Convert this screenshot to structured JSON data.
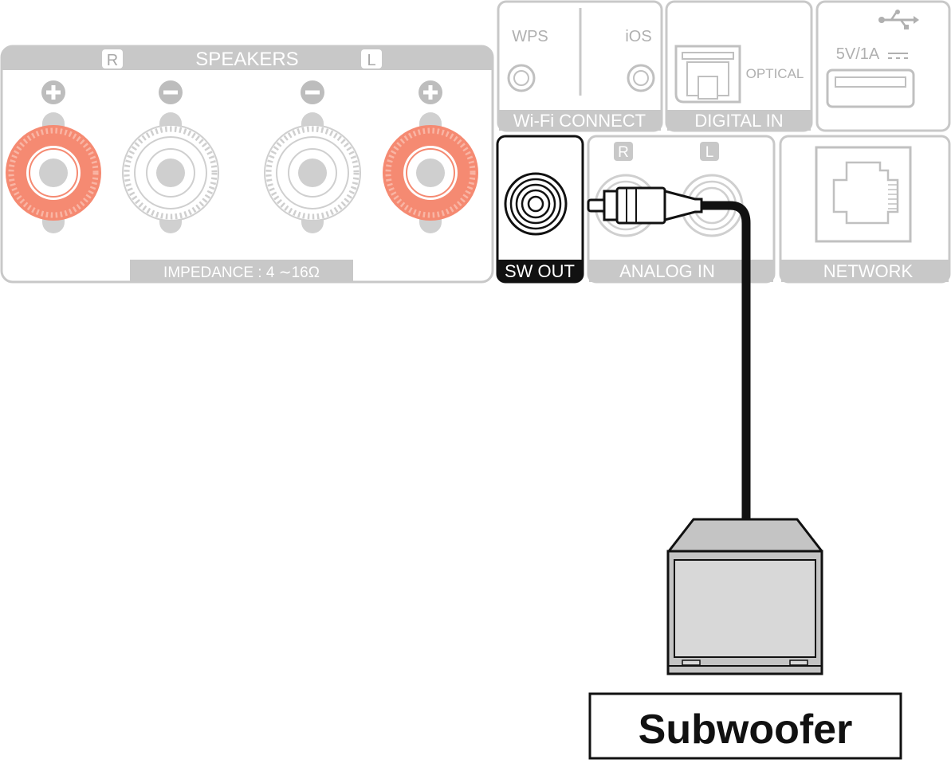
{
  "speakers": {
    "title": "SPEAKERS",
    "right_badge": "R",
    "left_badge": "L",
    "impedance": "IMPEDANCE : 4 ∼16Ω",
    "terminal_symbols": [
      "+",
      "−",
      "−",
      "+"
    ],
    "highlight_color": "#f58a72"
  },
  "wifi": {
    "wps_label": "WPS",
    "ios_label": "iOS",
    "footer": "Wi-Fi CONNECT"
  },
  "digital_in": {
    "optical_label": "OPTICAL",
    "footer": "DIGITAL IN"
  },
  "usb": {
    "rating": "5V/1A",
    "icon": "usb-icon"
  },
  "sw_out": {
    "footer": "SW OUT"
  },
  "analog_in": {
    "right_badge": "R",
    "left_badge": "L",
    "footer": "ANALOG IN"
  },
  "network": {
    "footer": "NETWORK"
  },
  "subwoofer": {
    "caption": "Subwoofer"
  },
  "colors": {
    "panel_gray": "#c8c8c8",
    "label_gray": "#9a9a9a",
    "cable_black": "#111111",
    "highlight": "#f58a72"
  }
}
